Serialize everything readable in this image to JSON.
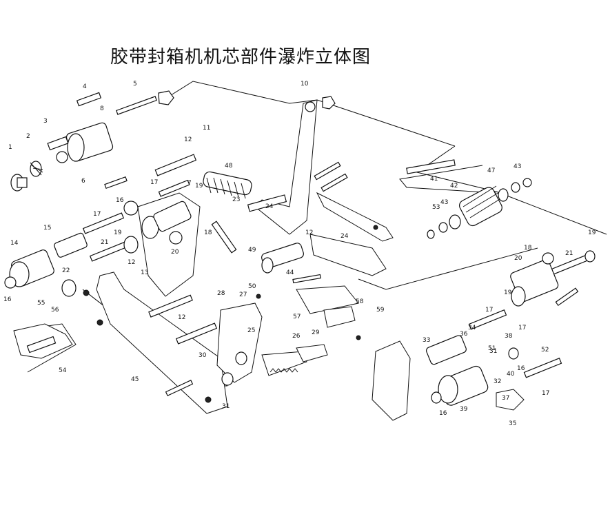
{
  "title": "胶带封箱机机芯部件瀑炸立体图",
  "callouts": [
    {
      "id": "c1",
      "text": "1"
    },
    {
      "id": "c2",
      "text": "2"
    },
    {
      "id": "c3",
      "text": "3"
    },
    {
      "id": "c4",
      "text": "4"
    },
    {
      "id": "c5",
      "text": "5"
    },
    {
      "id": "c6",
      "text": "6"
    },
    {
      "id": "c7",
      "text": "7"
    },
    {
      "id": "c8",
      "text": "8"
    },
    {
      "id": "c10",
      "text": "10"
    },
    {
      "id": "c11",
      "text": "11"
    },
    {
      "id": "c12a",
      "text": "12"
    },
    {
      "id": "c12b",
      "text": "12"
    },
    {
      "id": "c12c",
      "text": "12"
    },
    {
      "id": "c12d",
      "text": "12"
    },
    {
      "id": "c13",
      "text": "13"
    },
    {
      "id": "c14",
      "text": "14"
    },
    {
      "id": "c15",
      "text": "15"
    },
    {
      "id": "c16a",
      "text": "16"
    },
    {
      "id": "c16b",
      "text": "16"
    },
    {
      "id": "c16c",
      "text": "16"
    },
    {
      "id": "c16d",
      "text": "16"
    },
    {
      "id": "c17a",
      "text": "17"
    },
    {
      "id": "c17b",
      "text": "17"
    },
    {
      "id": "c17c",
      "text": "17"
    },
    {
      "id": "c17d",
      "text": "17"
    },
    {
      "id": "c17e",
      "text": "17"
    },
    {
      "id": "c18a",
      "text": "18"
    },
    {
      "id": "c18b",
      "text": "18"
    },
    {
      "id": "c19a",
      "text": "19"
    },
    {
      "id": "c19b",
      "text": "19"
    },
    {
      "id": "c19c",
      "text": "19"
    },
    {
      "id": "c19d",
      "text": "19"
    },
    {
      "id": "c20a",
      "text": "20"
    },
    {
      "id": "c20b",
      "text": "20"
    },
    {
      "id": "c21a",
      "text": "21"
    },
    {
      "id": "c21b",
      "text": "21"
    },
    {
      "id": "c22",
      "text": "22"
    },
    {
      "id": "c23",
      "text": "23"
    },
    {
      "id": "c24a",
      "text": "24"
    },
    {
      "id": "c24b",
      "text": "24"
    },
    {
      "id": "c25",
      "text": "25"
    },
    {
      "id": "c26",
      "text": "26"
    },
    {
      "id": "c27",
      "text": "27"
    },
    {
      "id": "c28",
      "text": "28"
    },
    {
      "id": "c29",
      "text": "29"
    },
    {
      "id": "c30",
      "text": "30"
    },
    {
      "id": "c31a",
      "text": "31"
    },
    {
      "id": "c31b",
      "text": "31"
    },
    {
      "id": "c32",
      "text": "32"
    },
    {
      "id": "c33",
      "text": "33"
    },
    {
      "id": "c34",
      "text": "34"
    },
    {
      "id": "c35",
      "text": "35"
    },
    {
      "id": "c36",
      "text": "36"
    },
    {
      "id": "c37",
      "text": "37"
    },
    {
      "id": "c38",
      "text": "38"
    },
    {
      "id": "c39",
      "text": "39"
    },
    {
      "id": "c40",
      "text": "40"
    },
    {
      "id": "c41",
      "text": "41"
    },
    {
      "id": "c42",
      "text": "42"
    },
    {
      "id": "c43a",
      "text": "43"
    },
    {
      "id": "c43b",
      "text": "43"
    },
    {
      "id": "c44",
      "text": "44"
    },
    {
      "id": "c45",
      "text": "45"
    },
    {
      "id": "c47",
      "text": "47"
    },
    {
      "id": "c48",
      "text": "48"
    },
    {
      "id": "c49",
      "text": "49"
    },
    {
      "id": "c50",
      "text": "50"
    },
    {
      "id": "c51",
      "text": "51"
    },
    {
      "id": "c52",
      "text": "52"
    },
    {
      "id": "c53",
      "text": "53"
    },
    {
      "id": "c54",
      "text": "54"
    },
    {
      "id": "c55",
      "text": "55"
    },
    {
      "id": "c56",
      "text": "56"
    },
    {
      "id": "c57",
      "text": "57"
    },
    {
      "id": "c58",
      "text": "58"
    },
    {
      "id": "c59",
      "text": "59"
    }
  ]
}
